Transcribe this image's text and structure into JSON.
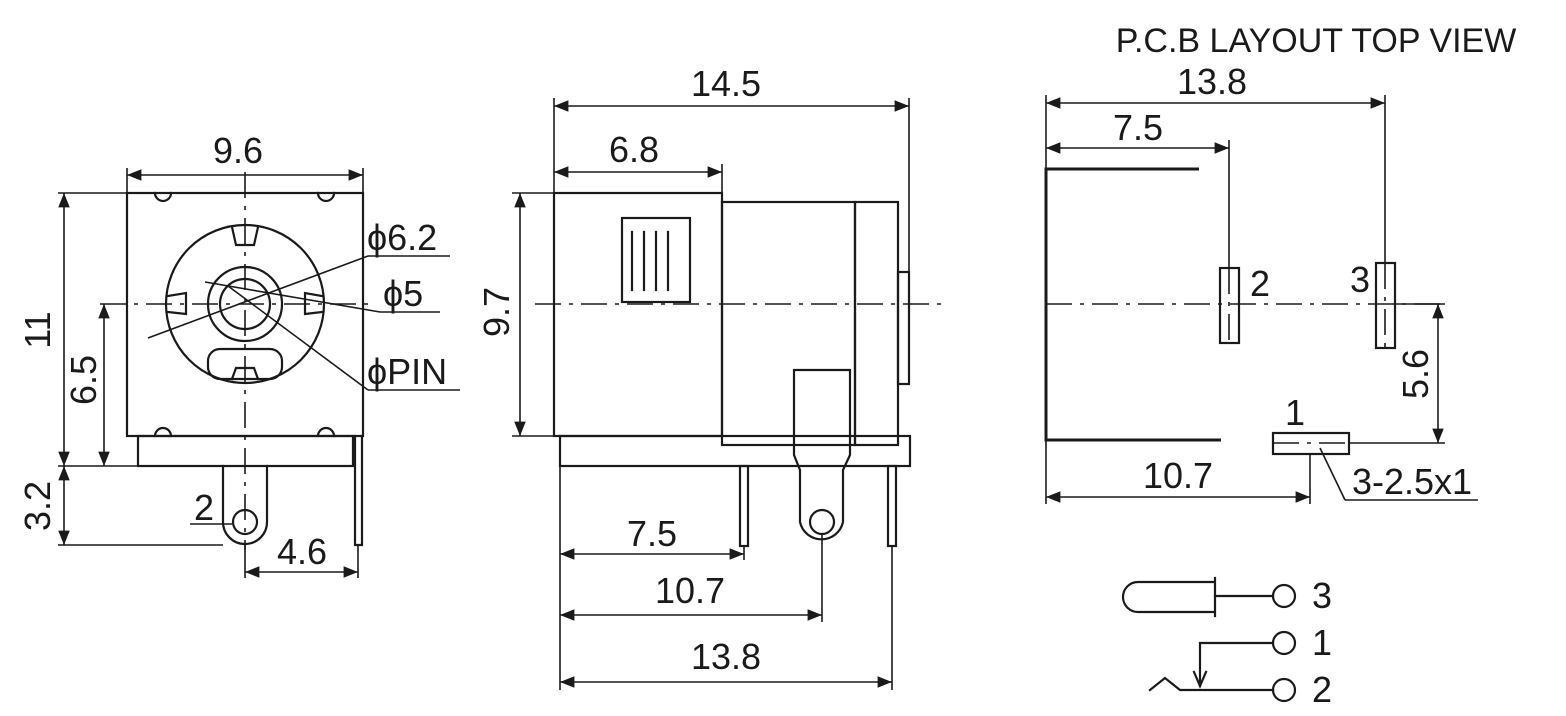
{
  "title": "P.C.B LAYOUT TOP VIEW",
  "front_view": {
    "width": "9.6",
    "height": "11",
    "center_height": "6.5",
    "pin_length": "3.2",
    "pin_offset": "4.6",
    "pin_label": "2",
    "d_outer": "ϕ6.2",
    "d_inner": "ϕ5",
    "d_pin": "ϕPIN"
  },
  "side_view": {
    "length": "14.5",
    "front_part": "6.8",
    "height": "9.7",
    "pin1_pos": "7.5",
    "pin2_pos": "10.7",
    "pin3_pos": "13.8"
  },
  "pcb_layout": {
    "total": "13.8",
    "pin2_x": "7.5",
    "pin1_x": "10.7",
    "pin_y": "5.6",
    "pin2_label": "2",
    "pin3_label": "3",
    "pin1_label": "1",
    "slot_note": "3-2.5x1"
  },
  "schematic": {
    "pins": [
      "3",
      "1",
      "2"
    ]
  }
}
